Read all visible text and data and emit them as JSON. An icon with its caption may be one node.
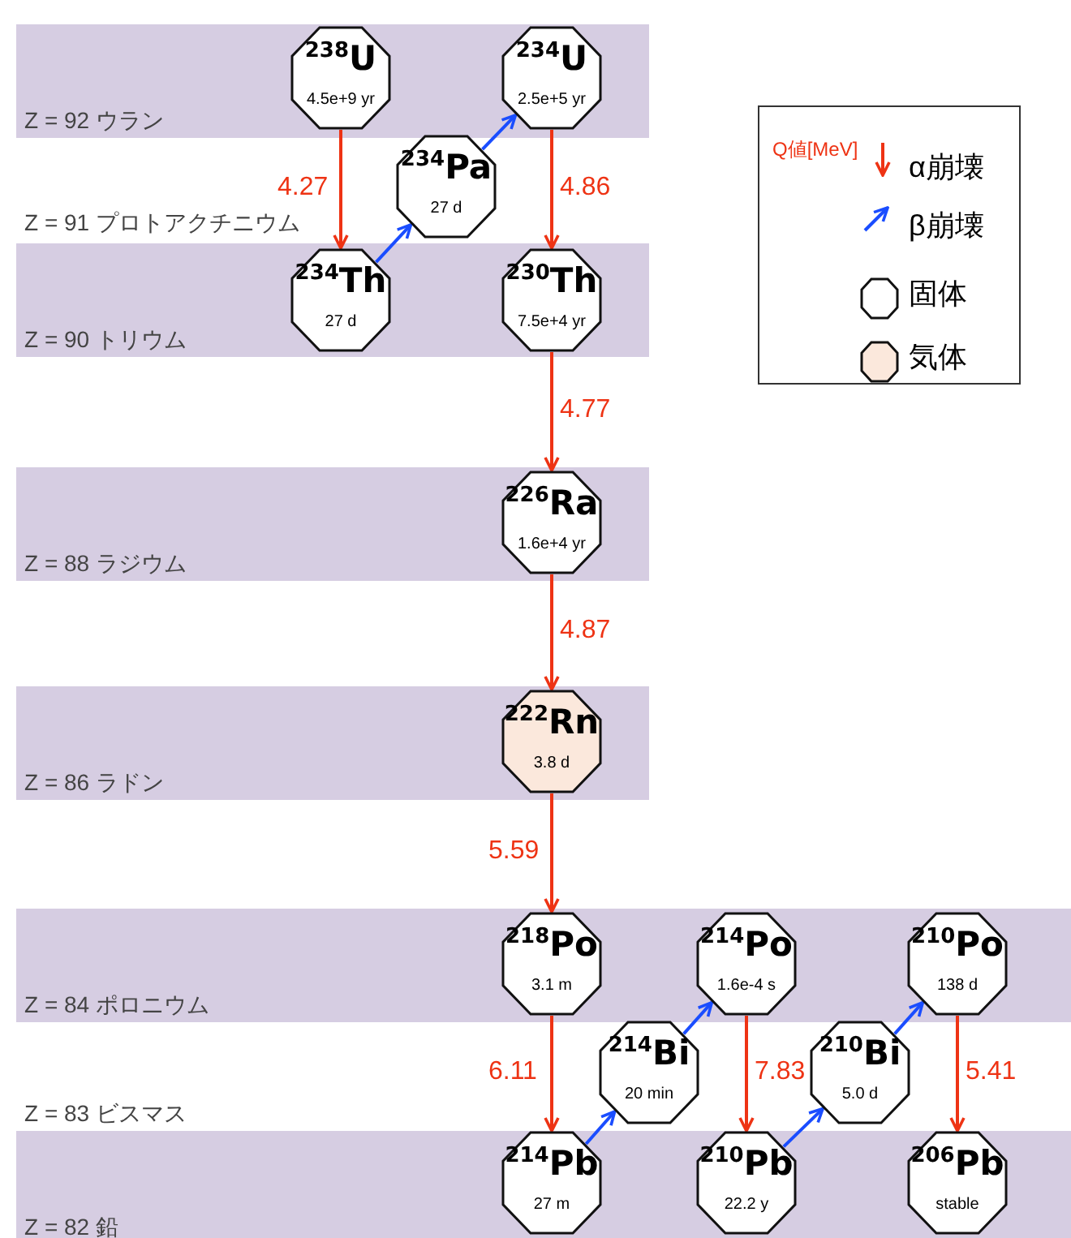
{
  "diagram": {
    "nodes": [
      {
        "text": [
          "$^{238}$U",
          "4.5e+9 yr"
        ]
      },
      {
        "text": [
          "$^{234}$U",
          "2.5e+5 yr"
        ]
      },
      {
        "text": [
          "$^{234}$Pa",
          "27 d"
        ]
      },
      {
        "text": [
          "$^{234}$Th",
          "27 d"
        ]
      },
      {
        "text": [
          "$^{230}$Th",
          "7.5e+4 yr"
        ]
      },
      {
        "text": [
          "$^{226}$Ra",
          "1.6e+4 yr"
        ]
      },
      {
        "text": [
          "$^{222}$Rn",
          "3.8 d"
        ]
      },
      {
        "text": [
          "$^{218}$Po",
          "3.1 m"
        ]
      },
      {
        "text": [
          "$^{214}$Po",
          "1.6e-4 s"
        ]
      },
      {
        "text": [
          "$^{210}$Po",
          "138 d"
        ]
      },
      {
        "text": [
          "$^{214}$Bi",
          "20 min"
        ]
      },
      {
        "text": [
          "$^{210}$Bi",
          "5.0 d"
        ]
      },
      {
        "text": [
          "$^{214}$Pb",
          "27 m"
        ]
      },
      {
        "text": [
          "$^{210}$Pb",
          "22.2 y"
        ]
      },
      {
        "text": [
          "$^{206}$Pb",
          "stable"
        ]
      }
    ],
    "edges": [
      {
        "from": 0,
        "to": 3,
        "arrow": "to",
        "label": "4.27"
      },
      {
        "from": 3,
        "to": 2,
        "arrow": "to",
        "color": "#1a4dff"
      },
      {
        "from": 2,
        "to": 1,
        "arrow": "to",
        "color": "#1a4dff"
      },
      {
        "from": 1,
        "to": 4,
        "arrow": "to",
        "label": "4.86"
      },
      {
        "from": 4,
        "to": 5,
        "arrow": "to",
        "label": "4.77"
      },
      {
        "from": 5,
        "to": 6,
        "arrow": "to",
        "label": "4.87"
      },
      {
        "from": 6,
        "to": 7,
        "arrow": "to",
        "label": "5.59"
      },
      {
        "from": 7,
        "to": 12,
        "arrow": "to",
        "label": "6.11"
      },
      {
        "from": 12,
        "to": 10,
        "arrow": "to",
        "color": "#1a4dff"
      },
      {
        "from": 10,
        "to": 8,
        "arrow": "to",
        "color": "#1a4dff"
      },
      {
        "from": 8,
        "to": 13,
        "arrow": "to",
        "label": "7.83"
      },
      {
        "from": 13,
        "to": 11,
        "arrow": "to",
        "color": "#1a4dff"
      },
      {
        "from": 11,
        "to": 9,
        "arrow": "to",
        "color": "#1a4dff"
      },
      {
        "from": 9,
        "to": 14,
        "arrow": "to",
        "label": "5.41"
      }
    ],
    "labels": [
      "Z = 92 ウラン",
      "Q値[MeV]",
      "Z = 91 プロトアクチニウム",
      "Z = 90 トリウム",
      "Z = 88 ラジウム",
      "Z = 86 ラドン",
      "Z = 84 ポロニウム",
      "Z = 83 ビスマス",
      "Z = 82 鉛"
    ],
    "legend": [
      {
        "text": "α崩壊"
      },
      {
        "text": "β崩壊"
      },
      {
        "text": "固体",
        "color": "#ffffff"
      },
      {
        "text": "気体",
        "color": "#fbe8dc"
      }
    ]
  }
}
